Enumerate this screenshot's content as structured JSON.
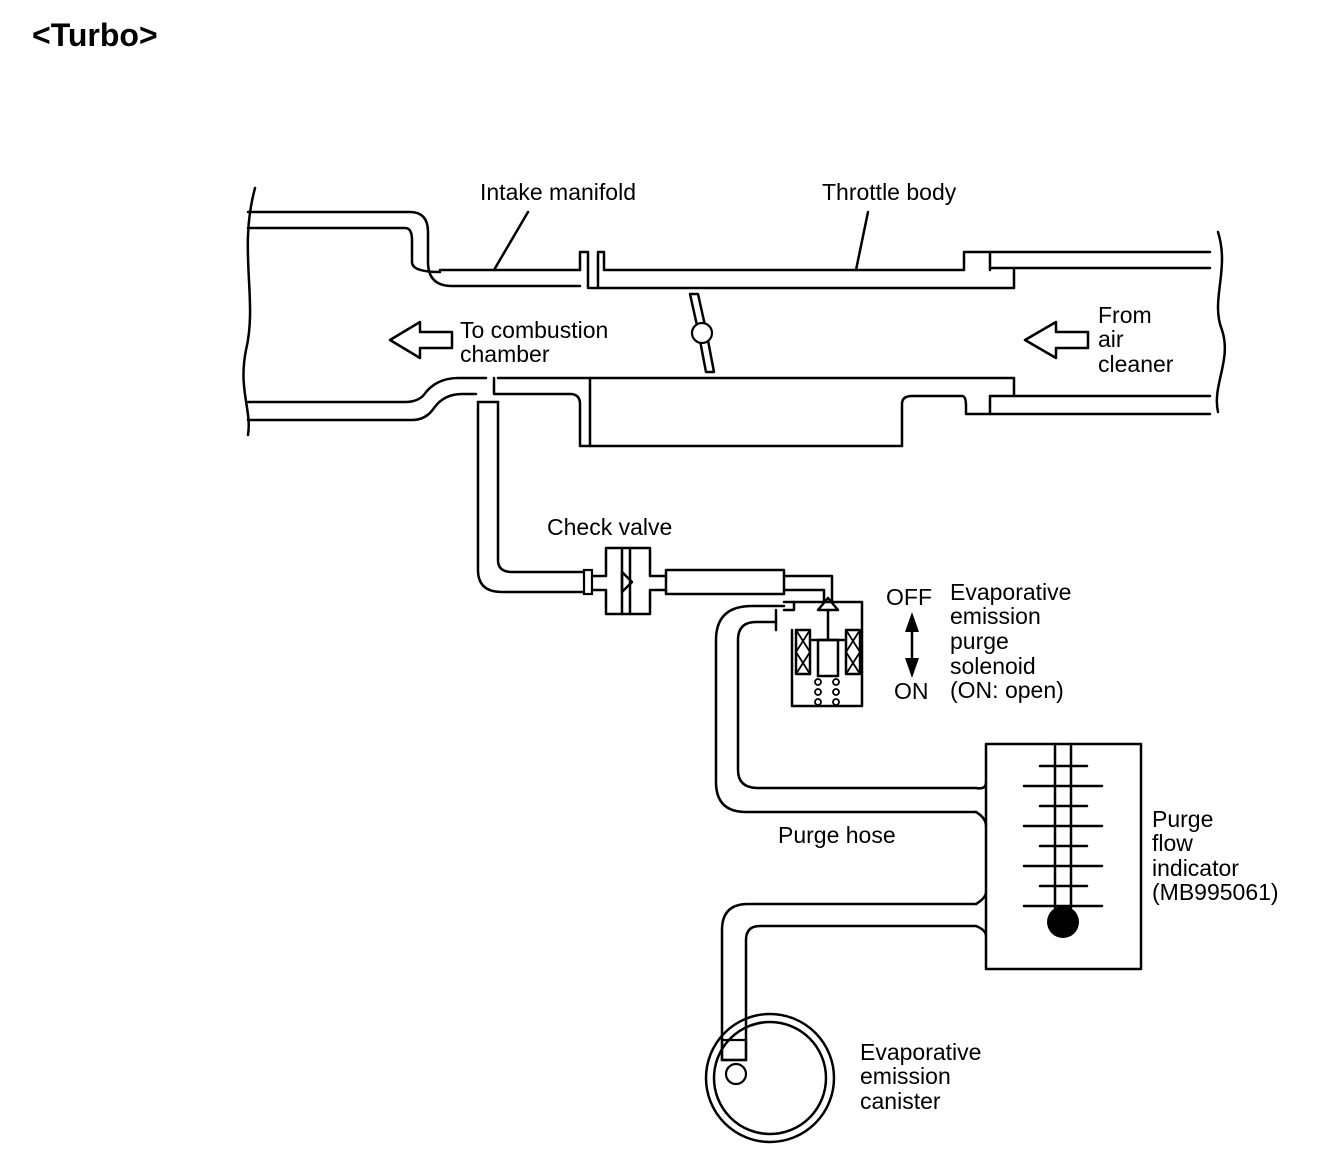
{
  "title": "<Turbo>",
  "labels": {
    "intake_manifold": "Intake manifold",
    "throttle_body": "Throttle body",
    "to_combustion": [
      "To combustion",
      "chamber"
    ],
    "from_air": [
      "From",
      "air",
      "cleaner"
    ],
    "check_valve": "Check valve",
    "off": "OFF",
    "on": "ON",
    "solenoid": [
      "Evaporative",
      "emission",
      "purge",
      "solenoid",
      "(ON: open)"
    ],
    "purge_hose": "Purge hose",
    "indicator": [
      "Purge",
      "flow",
      "indicator",
      "(MB995061)"
    ],
    "canister": [
      "Evaporative",
      "emission",
      "canister"
    ]
  },
  "colors": {
    "line": "#000000",
    "background": "#ffffff"
  }
}
